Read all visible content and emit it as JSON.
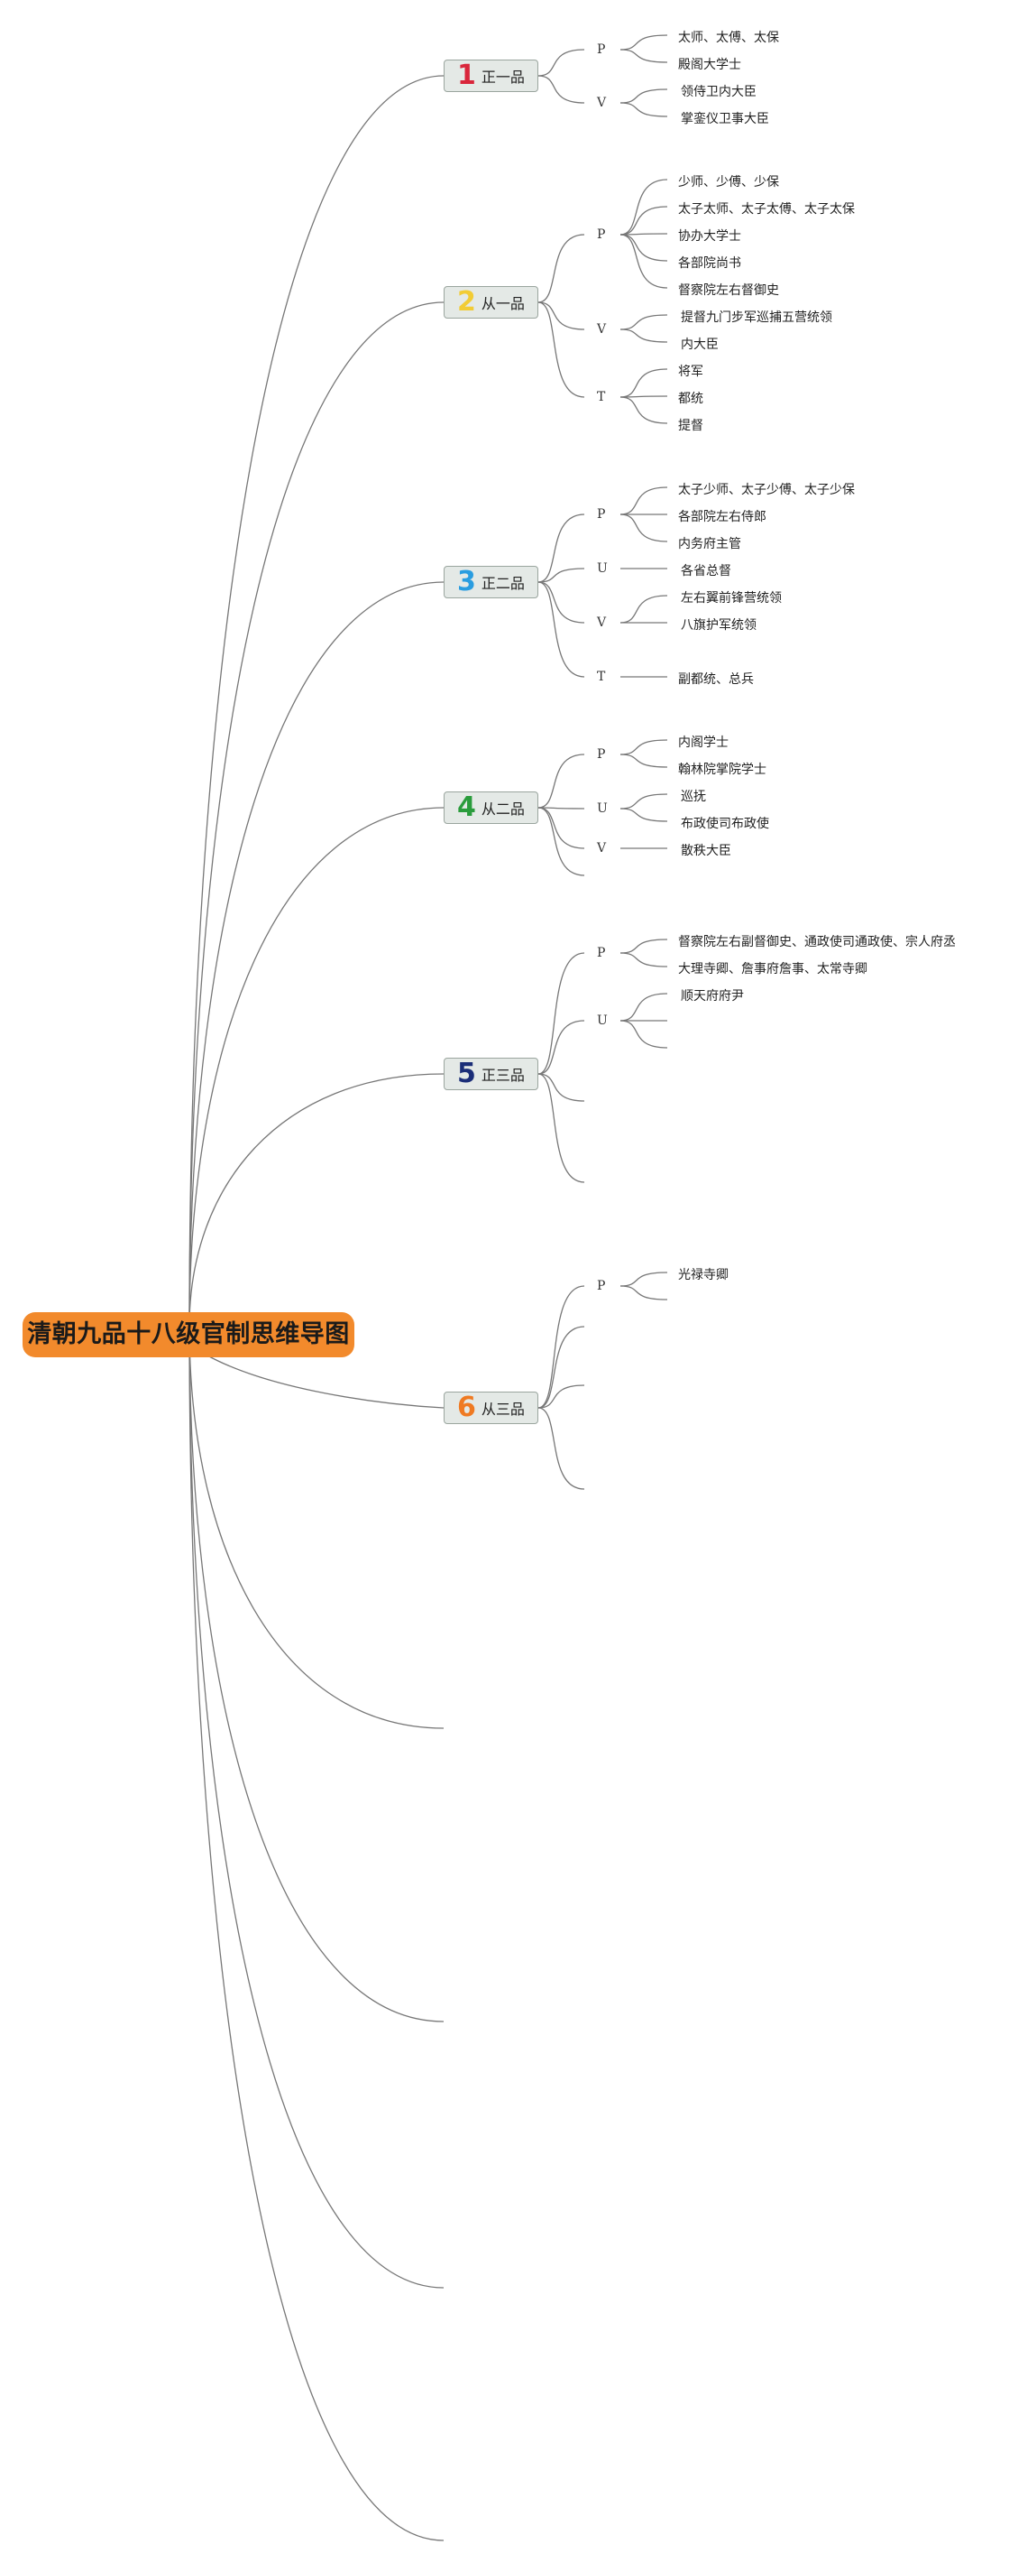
{
  "root": {
    "title": "清朝九品十八级官制思维导图",
    "color": "#f28a2c"
  },
  "grades": [
    {
      "num": "1",
      "label": "正一品",
      "color": "#d9263b",
      "groups": [
        {
          "letter": "P",
          "items": [
            "太师、太傅、太保",
            "殿阁大学士"
          ]
        },
        {
          "letter": "V",
          "items": [
            "领侍卫内大臣",
            "掌銮仪卫事大臣"
          ]
        }
      ]
    },
    {
      "num": "2",
      "label": "从一品",
      "color": "#f2cc35",
      "groups": [
        {
          "letter": "P",
          "items": [
            "少师、少傅、少保",
            "太子太师、太子太傅、太子太保",
            "协办大学士",
            "各部院尚书",
            "督察院左右督御史"
          ]
        },
        {
          "letter": "V",
          "items": [
            "提督九门步军巡捕五营统领",
            "内大臣"
          ]
        },
        {
          "letter": "T",
          "items": [
            "将军",
            "都统",
            "提督"
          ]
        }
      ]
    },
    {
      "num": "3",
      "label": "正二品",
      "color": "#2a9de0",
      "groups": [
        {
          "letter": "P",
          "items": [
            "太子少师、太子少傅、太子少保",
            "各部院左右侍郎",
            "内务府主管"
          ]
        },
        {
          "letter": "U",
          "items": [
            "各省总督"
          ]
        },
        {
          "letter": "V",
          "items": [
            "左右翼前锋营统领",
            "八旗护军统领"
          ]
        },
        {
          "letter": "T",
          "items": [
            "副都统、总兵"
          ]
        }
      ]
    },
    {
      "num": "4",
      "label": "从二品",
      "color": "#2a9c3c",
      "groups": [
        {
          "letter": "P",
          "items": [
            "内阁学士",
            "翰林院掌院学士"
          ]
        },
        {
          "letter": "U",
          "items": [
            "巡抚",
            "布政使司布政使"
          ]
        },
        {
          "letter": "V",
          "items": [
            "散秩大臣"
          ]
        },
        {
          "letter": "",
          "items": []
        }
      ]
    },
    {
      "num": "5",
      "label": "正三品",
      "color": "#1b2e78",
      "groups": [
        {
          "letter": "P",
          "items": [
            "督察院左右副督御史、通政使司通政使、宗人府丞",
            "大理寺卿、詹事府詹事、太常寺卿"
          ]
        },
        {
          "letter": "U",
          "items": [
            "顺天府府尹",
            "",
            ""
          ]
        },
        {
          "letter": "",
          "items": []
        },
        {
          "letter": "",
          "items": []
        }
      ]
    },
    {
      "num": "6",
      "label": "从三品",
      "color": "#ef7a22",
      "groups": [
        {
          "letter": "P",
          "items": [
            "光禄寺卿",
            ""
          ]
        },
        {
          "letter": "",
          "items": []
        },
        {
          "letter": "",
          "items": []
        },
        {
          "letter": "",
          "items": []
        }
      ]
    }
  ],
  "empty_branches": 4
}
